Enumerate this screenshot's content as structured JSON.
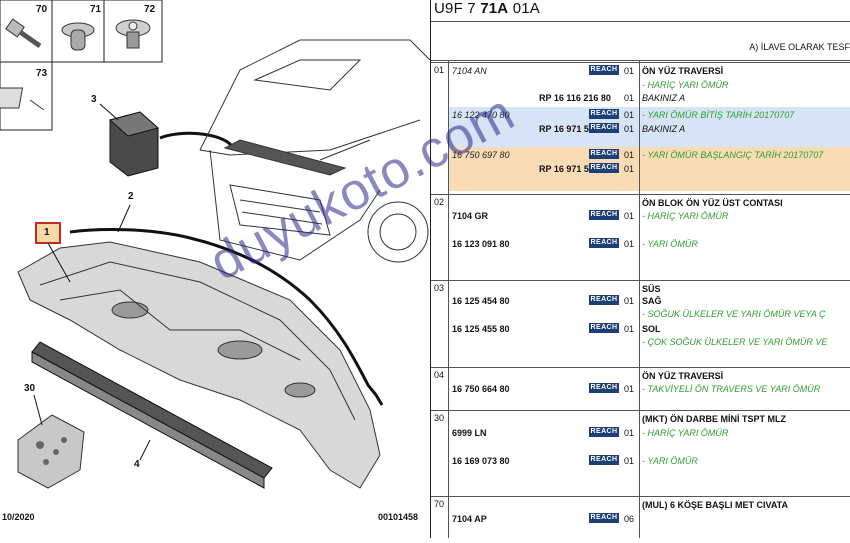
{
  "diagram": {
    "callouts": [
      "70",
      "71",
      "72",
      "73",
      "3",
      "2",
      "1",
      "30",
      "4"
    ],
    "date_code": "10/2020",
    "ref_code": "00101458"
  },
  "header": {
    "title_pre": "U9F 7 ",
    "title_bold": "71A",
    "title_post": " 01A",
    "note": "A) İLAVE OLARAK TESF"
  },
  "reach_label": "REACH",
  "watermark": "duyukoto.com",
  "groups": [
    {
      "num": "01",
      "rows": [
        {
          "ref": "7104 AN",
          "ref_style": "it",
          "reach": true,
          "qty": "01",
          "desc": "ÖN YÜZ TRAVERSİ",
          "desc_style": "b"
        },
        {
          "ref": "",
          "ref_style": "it",
          "reach": false,
          "qty": "",
          "desc": "- HARİÇ YARI ÖMÜR",
          "desc_style": "g"
        },
        {
          "ref": "RP 16 116 216 80",
          "ref_style": "b",
          "reach": false,
          "qty": "01",
          "desc": "BAKINIZ A",
          "desc_style": "k"
        },
        {
          "ref": "16 122 470 80",
          "ref_style": "it",
          "reach": true,
          "qty": "01",
          "desc": "- YARI ÖMÜR BİTİŞ TARİH 20170707",
          "desc_style": "g"
        },
        {
          "ref": "RP 16 971 585 80",
          "ref_style": "b",
          "reach": true,
          "qty": "01",
          "desc": "BAKINIZ A",
          "desc_style": "k"
        },
        {
          "ref": "16 750 697 80",
          "ref_style": "it",
          "reach": true,
          "qty": "01",
          "desc": "- YARI ÖMÜR BAŞLANGIÇ TARİH 20170707",
          "desc_style": "g"
        },
        {
          "ref": "RP 16 971 585 80",
          "ref_style": "b",
          "reach": true,
          "qty": "01",
          "desc": "",
          "desc_style": "k"
        }
      ]
    },
    {
      "num": "02",
      "rows": [
        {
          "ref": "",
          "ref_style": "it",
          "reach": false,
          "qty": "",
          "desc": "ÖN BLOK ÖN YÜZ ÜST CONTASI",
          "desc_style": "b"
        },
        {
          "ref": "7104 GR",
          "ref_style": "b",
          "reach": true,
          "qty": "01",
          "desc": "- HARİÇ YARI ÖMÜR",
          "desc_style": "g"
        },
        {
          "ref": "16 123 091 80",
          "ref_style": "b",
          "reach": true,
          "qty": "01",
          "desc": "- YARI ÖMÜR",
          "desc_style": "g"
        }
      ]
    },
    {
      "num": "03",
      "rows": [
        {
          "ref": "",
          "ref_style": "it",
          "reach": false,
          "qty": "",
          "desc": "SÜS",
          "desc_style": "b"
        },
        {
          "ref": "16 125 454 80",
          "ref_style": "b",
          "reach": true,
          "qty": "01",
          "desc": "SAĞ",
          "desc_style": "b"
        },
        {
          "ref": "",
          "ref_style": "it",
          "reach": false,
          "qty": "",
          "desc": "- SOĞUK ÜLKELER VE YARI ÖMÜR VEYA Ç",
          "desc_style": "g"
        },
        {
          "ref": "16 125 455 80",
          "ref_style": "b",
          "reach": true,
          "qty": "01",
          "desc": "SOL",
          "desc_style": "b"
        },
        {
          "ref": "",
          "ref_style": "it",
          "reach": false,
          "qty": "",
          "desc": "- ÇOK SOĞUK ÜLKELER VE YARI ÖMÜR VE",
          "desc_style": "g"
        }
      ]
    },
    {
      "num": "04",
      "rows": [
        {
          "ref": "",
          "ref_style": "it",
          "reach": false,
          "qty": "",
          "desc": "ÖN YÜZ TRAVERSİ",
          "desc_style": "b"
        },
        {
          "ref": "16 750 664 80",
          "ref_style": "b",
          "reach": true,
          "qty": "01",
          "desc": "- TAKVİYELİ ÖN TRAVERS VE YARI ÖMÜR",
          "desc_style": "g"
        }
      ]
    },
    {
      "num": "30",
      "rows": [
        {
          "ref": "",
          "ref_style": "it",
          "reach": false,
          "qty": "",
          "desc": "(MKT) ÖN DARBE MİNİ TSPT MLZ",
          "desc_style": "b"
        },
        {
          "ref": "6999 LN",
          "ref_style": "b",
          "reach": true,
          "qty": "01",
          "desc": "- HARİÇ YARI ÖMÜR",
          "desc_style": "g"
        },
        {
          "ref": "16 169 073 80",
          "ref_style": "b",
          "reach": true,
          "qty": "01",
          "desc": "- YARI ÖMÜR",
          "desc_style": "g"
        }
      ]
    },
    {
      "num": "70",
      "rows": [
        {
          "ref": "",
          "ref_style": "it",
          "reach": false,
          "qty": "",
          "desc": "(MUL) 6 KÖŞE BAŞLI MET CIVATA",
          "desc_style": "b"
        },
        {
          "ref": "7104 AP",
          "ref_style": "b",
          "reach": true,
          "qty": "06",
          "desc": "",
          "desc_style": "k"
        }
      ]
    }
  ]
}
